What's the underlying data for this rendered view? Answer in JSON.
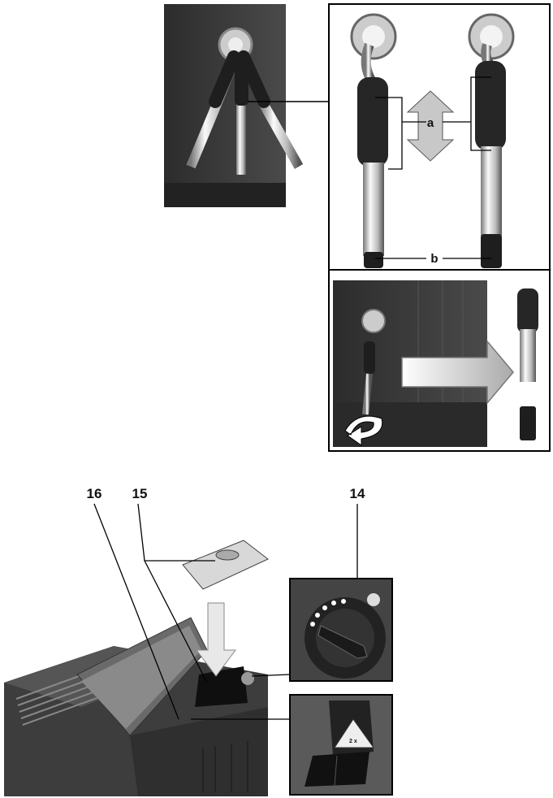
{
  "figure_top": {
    "labels": {
      "a": "a",
      "b": "b"
    }
  },
  "figure_bottom": {
    "labels": {
      "item_16": "16",
      "item_15": "15",
      "item_14": "14"
    },
    "warning_label_text": "2 x"
  },
  "colors": {
    "dark_body": "#3a3a3a",
    "grip": "#2a2a2a",
    "arrow_fill": "#c8c8c8"
  }
}
